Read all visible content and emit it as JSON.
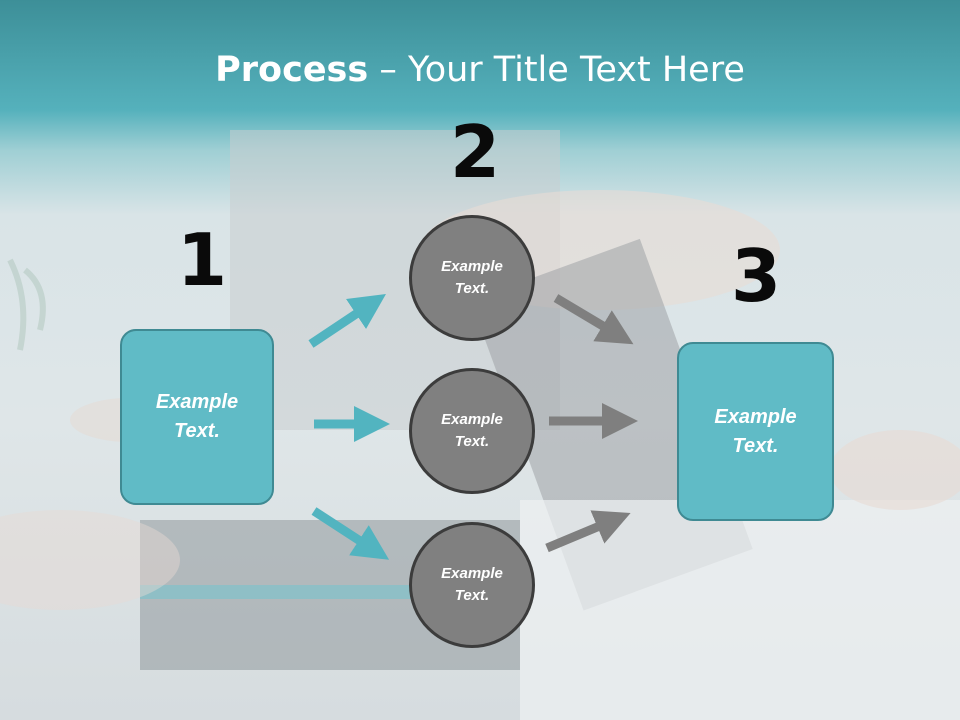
{
  "title": {
    "bold": "Process",
    "rest": " – Your Title Text Here"
  },
  "steps": {
    "one": "1",
    "two": "2",
    "three": "3"
  },
  "left_box": {
    "text": "Example Text."
  },
  "circles": [
    {
      "text": "Example Text."
    },
    {
      "text": "Example Text."
    },
    {
      "text": "Example Text."
    }
  ],
  "right_box": {
    "text": "Example Text."
  },
  "colors": {
    "teal": "#60bbc6",
    "teal_arrow": "#52b4c0",
    "gray": "#808080",
    "gray_arrow": "#7f7f7f"
  }
}
